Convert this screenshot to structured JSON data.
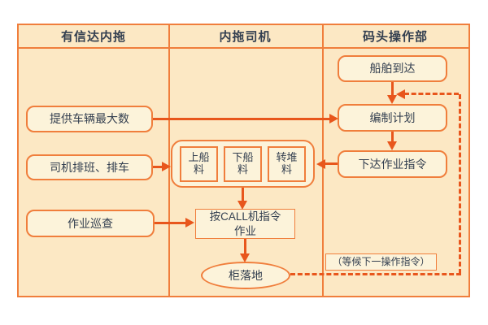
{
  "colors": {
    "page_bg": "#ffffff",
    "table_bg": "#fce8c4",
    "box_fill": "#fcf3da",
    "border": "#f07e3c",
    "arrow": "#e8561c",
    "text": "#333f50"
  },
  "lanes": {
    "left": "有信达内拖",
    "middle": "内拖司机",
    "right": "码头操作部"
  },
  "nodes": {
    "max_vehicles": "提供车辆最大数",
    "driver_scheduling": "司机排班、排车",
    "inspection": "作业巡查",
    "material_onboard": "上船料",
    "material_offboard": "下船料",
    "material_transfer": "转堆料",
    "call_work_line1": "按CALL机指令",
    "call_work_line2": "作业",
    "container_landed": "柜落地",
    "ship_arrival": "船舶到达",
    "make_plan": "编制计划",
    "issue_order": "下达作业指令",
    "wait_next": "（等候下一操作指令）"
  },
  "flow": {
    "edges": [
      {
        "from": "ship_arrival",
        "to": "make_plan",
        "style": "solid"
      },
      {
        "from": "max_vehicles",
        "to": "make_plan",
        "style": "solid"
      },
      {
        "from": "make_plan",
        "to": "issue_order",
        "style": "solid"
      },
      {
        "from": "issue_order",
        "to": "materials_group",
        "style": "solid"
      },
      {
        "from": "driver_scheduling",
        "to": "materials_group",
        "style": "solid"
      },
      {
        "from": "materials_group",
        "to": "call_work",
        "style": "solid"
      },
      {
        "from": "inspection",
        "to": "call_work",
        "style": "solid"
      },
      {
        "from": "call_work",
        "to": "container_landed",
        "style": "solid"
      },
      {
        "from": "container_landed",
        "to": "make_plan",
        "style": "dashed",
        "label_ref": "wait_next"
      }
    ]
  }
}
